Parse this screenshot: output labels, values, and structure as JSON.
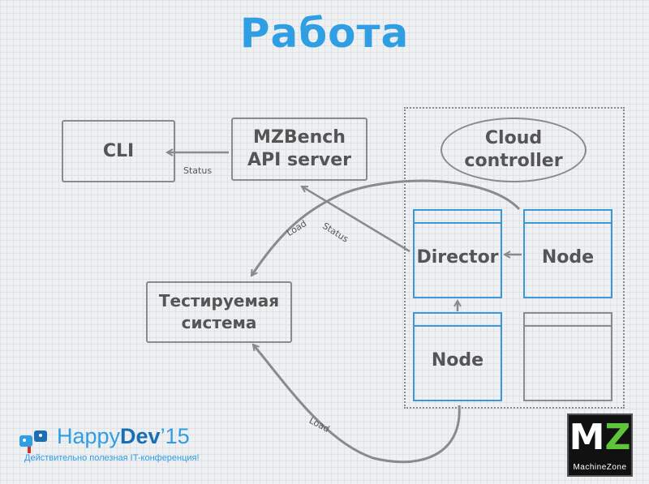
{
  "title": "Работа",
  "nodes": {
    "cli": "CLI",
    "api_line1": "MZBench",
    "api_line2": "API server",
    "cloud_line1": "Cloud",
    "cloud_line2": "controller",
    "director": "Director",
    "node_right": "Node",
    "node_bottom": "Node",
    "sut_line1": "Тестируемая",
    "sut_line2": "система"
  },
  "edges": {
    "status_cli": "Status",
    "status_director": "Status",
    "load_top": "Load",
    "load_bottom": "Load"
  },
  "logos": {
    "happydev_prefix": "Happy",
    "happydev_bold": "Dev",
    "happydev_year": "’15",
    "happydev_tagline": "Действительно полезная IT-конференция!",
    "mz_mark_m": "M",
    "mz_mark_z": "Z",
    "mz_name": "MachineZone"
  },
  "colors": {
    "title": "#2f9ee3",
    "node_border_blue": "#3b98d8",
    "arrow_gray": "#8a8a8a"
  }
}
